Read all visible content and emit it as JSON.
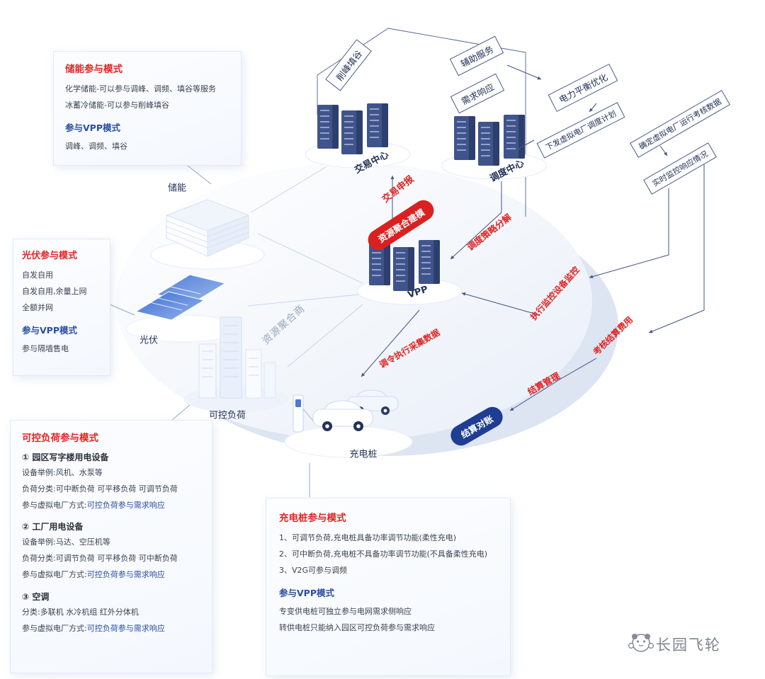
{
  "boxes": {
    "storage": {
      "title": "储能参与模式",
      "line1": "化学储能-可以参与调峰、调频、填谷等服务",
      "line2": "冰蓄冷储能-可以参与削峰填谷",
      "vpp_title": "参与VPP模式",
      "vpp_line": "调峰、调频、填谷"
    },
    "pv": {
      "title": "光伏参与模式",
      "line1": "自发自用",
      "line2": "自发自用,余量上网",
      "line3": "全额并网",
      "vpp_title": "参与VPP模式",
      "vpp_line": "参与隔墙售电"
    },
    "load": {
      "title": "可控负荷参与模式",
      "sections": [
        {
          "heading": "① 园区写字楼用电设备",
          "line1": "设备举例:风机、水泵等",
          "line2": "负荷分类:可中断负荷  可平移负荷  可调节负荷",
          "mode_prefix": "参与虚拟电厂方式:",
          "mode_value": "可控负荷参与需求响应"
        },
        {
          "heading": "② 工厂用电设备",
          "line1": "设备举例:马达、空压机等",
          "line2": "负荷分类:可调节负荷  可平移负荷  可中断负荷",
          "mode_prefix": "参与虚拟电厂方式:",
          "mode_value": "可控负荷参与需求响应"
        },
        {
          "heading": "③ 空调",
          "line1": "分类:多联机  水冷机组  红外分体机",
          "mode_prefix": "参与虚拟电厂方式:",
          "mode_value": "可控负荷参与需求响应"
        }
      ]
    },
    "charger": {
      "title": "充电桩参与模式",
      "line1": "1、可调节负荷,充电桩具备功率调节功能(柔性充电)",
      "line2": "2、可中断负荷,充电桩不具备功率调节功能(不具备柔性充电)",
      "line3": "3、V2G可参与调频",
      "vpp_title": "参与VPP模式",
      "vpp_line1": "专变供电桩可独立参与电网需求侧响应",
      "vpp_line2": "转供电桩只能纳入园区可控负荷参与需求响应"
    }
  },
  "nodes": {
    "peak_valley": "削峰填谷",
    "ancillary_service": "辅助服务",
    "demand_response": "需求响应",
    "power_balance": "电力平衡优化",
    "dispatch_plan": "下发虚拟电厂调度计划",
    "assessment_data": "确定虚拟电厂运行考核数据",
    "realtime_monitoring": "实时监控响应情况",
    "trade_center": "交易中心",
    "dispatch_center": "调度中心",
    "trade_declaration": "交易申报",
    "resource_modeling": "资源聚合建模",
    "strategy_decomposition": "调度策略分解",
    "vpp": "VPP",
    "execution_monitoring": "执行监控设备监控",
    "order_data_collection": "调令执行采集数据",
    "assessment_settlement_fee": "考核结算费用",
    "settlement_management": "结算管理",
    "settlement_reconciliation": "结算对账",
    "resource_aggregator": "资源聚合商",
    "storage_label": "储能",
    "pv_label": "光伏",
    "load_label": "可控负荷",
    "charger_label": "充电桩"
  },
  "colors": {
    "red_text": "#de2424",
    "navy_text": "#233257",
    "blue_heading": "#2b4fa3",
    "capsule_red": "#d92121",
    "capsule_blue": "#1e3d93"
  },
  "icons": {
    "server-rack-icon": "isometric server cabinets on platform",
    "battery-storage-icon": "stacked storage container",
    "solar-panel-icon": "tilted blue PV panels",
    "building-icon": "office towers",
    "ev-charging-icon": "two cars with charging pile",
    "brand-logo-icon": "panda mascot"
  },
  "watermark": {
    "brand": "长园飞轮"
  }
}
